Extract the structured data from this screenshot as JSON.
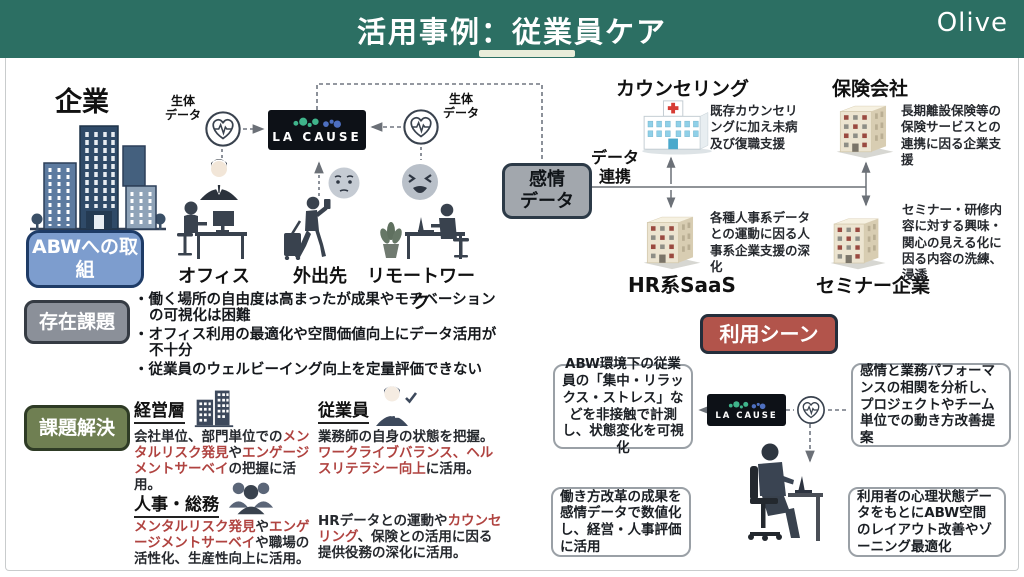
{
  "header": {
    "title": "活用事例：従業員ケア",
    "logo": "Olive"
  },
  "company": {
    "title": "企業",
    "badge": "ABWへの取組"
  },
  "flow": {
    "bio_left": "生体\nデータ",
    "bio_right": "生体\nデータ",
    "device": "LA CAUSE",
    "loc_office": "オフィス",
    "loc_out": "外出先",
    "loc_remote": "リモートワーク",
    "emotion": "感情\nデータ",
    "datalink": "データ\n連携"
  },
  "partners": {
    "counseling": {
      "name": "カウンセリング",
      "desc": "既存カウンセリングに加え未病及び復職支援"
    },
    "insurance": {
      "name": "保険会社",
      "desc": "長期離設保険等の保険サービスとの連携に因る企業支援"
    },
    "hr_saas": {
      "name": "HR系SaaS",
      "desc": "各種人事系データとの運動に因る人事系企業支援の深化"
    },
    "seminar": {
      "name": "セミナー企業",
      "desc": "セミナー・研修内容に対する興味・関心の見える化に因る内容の洗練、浸透"
    }
  },
  "issues": {
    "badge": "存在課題",
    "bullets": [
      "・働く場所の自由度は高まったが成果やモチベーションの可視化は困難",
      "・オフィス利用の最適化や空間価値向上にデータ活用が不十分",
      "・従業員のウェルビーイング向上を定量評価できない"
    ]
  },
  "solutions": {
    "badge": "課題解決",
    "management": {
      "heading": "経営層",
      "segments": [
        {
          "t": "会社単位、部門単位での"
        },
        {
          "t": "メンタルリスク発見",
          "red": true
        },
        {
          "t": "や"
        },
        {
          "t": "エンゲージメントサーベイ",
          "red": true
        },
        {
          "t": "の把握に活用。"
        }
      ]
    },
    "employee": {
      "heading": "従業員",
      "segments": [
        {
          "t": "業務師の自身の状態を把握。"
        },
        {
          "t": "ワークライブバランス、ヘルスリテラシー向上",
          "red": true
        },
        {
          "t": "に活用。"
        }
      ]
    },
    "hr_admin": {
      "heading": "人事・総務",
      "segments": [
        {
          "t": "メンタルリスク発見",
          "red": true
        },
        {
          "t": "や"
        },
        {
          "t": "エンゲージメントサーベイ",
          "red": true
        },
        {
          "t": "や職場の活性化、生産性向上に活用。"
        }
      ]
    },
    "hr_data": {
      "segments": [
        {
          "t": "HRデータとの運動や"
        },
        {
          "t": "カウンセリング",
          "red": true
        },
        {
          "t": "、保険との活用に因る提供役務の深化に活用。"
        }
      ]
    }
  },
  "usage": {
    "badge": "利用シーン",
    "device": "LA CAUSE",
    "boxes": [
      "ABW環境下の従業員の「集中・リラックス・ストレス」などを非接触で計測し、状態変化を可視化",
      "感情と業務パフォーマンスの相関を分析し、プロジェクトやチーム単位での動き方改善提案",
      "働き方改革の成果を感情データで数値化し、経営・人事評価に活用",
      "利用者の心理状態データをもとにABW空間のレイアウト改善やゾーニング最適化"
    ]
  },
  "colors": {
    "header": "#2c6f63",
    "accent_underline": "#e9edda",
    "badge_abw": "#7d9dce",
    "badge_issue": "#8b9099",
    "badge_solve": "#6f7f52",
    "badge_usage": "#b2544b",
    "badge_emotion": "#a2a7ad",
    "red_text": "#b04340",
    "device_green": "#3fb48b",
    "device_blue": "#4d6fc0"
  }
}
